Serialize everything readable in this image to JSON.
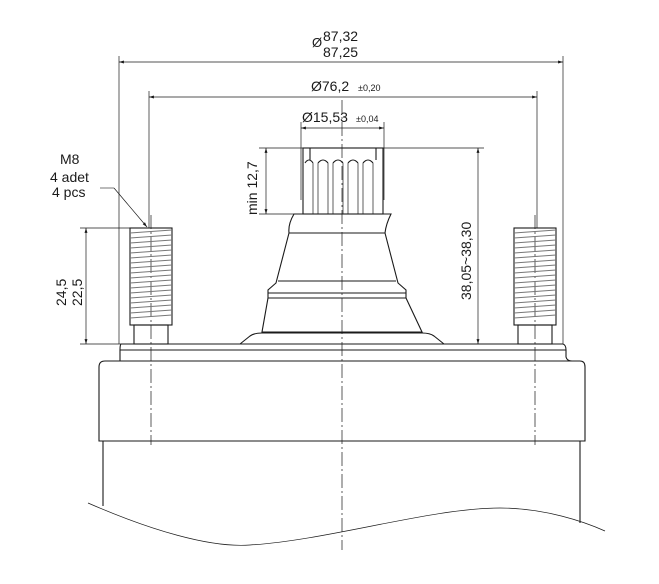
{
  "drawing": {
    "dim_outer_diameter_max": "87,32",
    "dim_outer_diameter_min": "87,25",
    "diameter_symbol": "Ø",
    "dim_bolt_circle": "Ø76,2",
    "dim_bolt_circle_tol": "±0,20",
    "dim_shaft": "Ø15,53",
    "dim_shaft_tol": "±0,04",
    "dim_spline_length": "min 12,7",
    "dim_shaft_height": "38,05~38,30",
    "dim_stud_length_1": "24,5",
    "dim_stud_length_2": "22,5",
    "stud_label": "M8",
    "stud_qty_tr": "4 adet",
    "stud_qty_en": "4 pcs"
  }
}
